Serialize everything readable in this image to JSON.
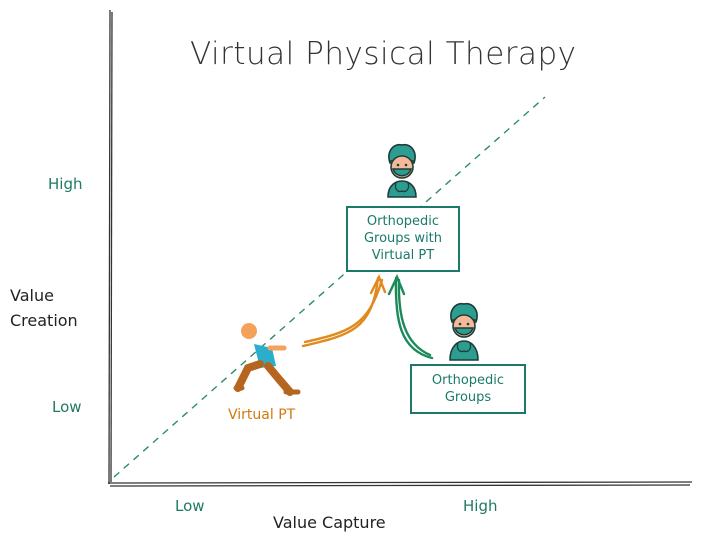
{
  "title": "Virtual Physical Therapy",
  "y_axis": {
    "label_line1": "Value",
    "label_line2": "Creation",
    "tick_high": "High",
    "tick_low": "Low"
  },
  "x_axis": {
    "label": "Value Capture",
    "tick_low": "Low",
    "tick_high": "High"
  },
  "nodes": {
    "ortho_vpt": {
      "line1": "Orthopedic",
      "line2": "Groups with",
      "line3": "Virtual PT"
    },
    "ortho": {
      "line1": "Orthopedic",
      "line2": "Groups"
    },
    "vpt": {
      "label": "Virtual PT"
    }
  },
  "colors": {
    "teal": "#1b7a6a",
    "orange": "#e08a1e",
    "green": "#1b8a5a",
    "skin": "#f7a25a",
    "shirt": "#29a8c4",
    "pants": "#b5651d"
  },
  "icons": {
    "surgeon": "surgeon-icon",
    "patient": "exercising-person-icon"
  }
}
